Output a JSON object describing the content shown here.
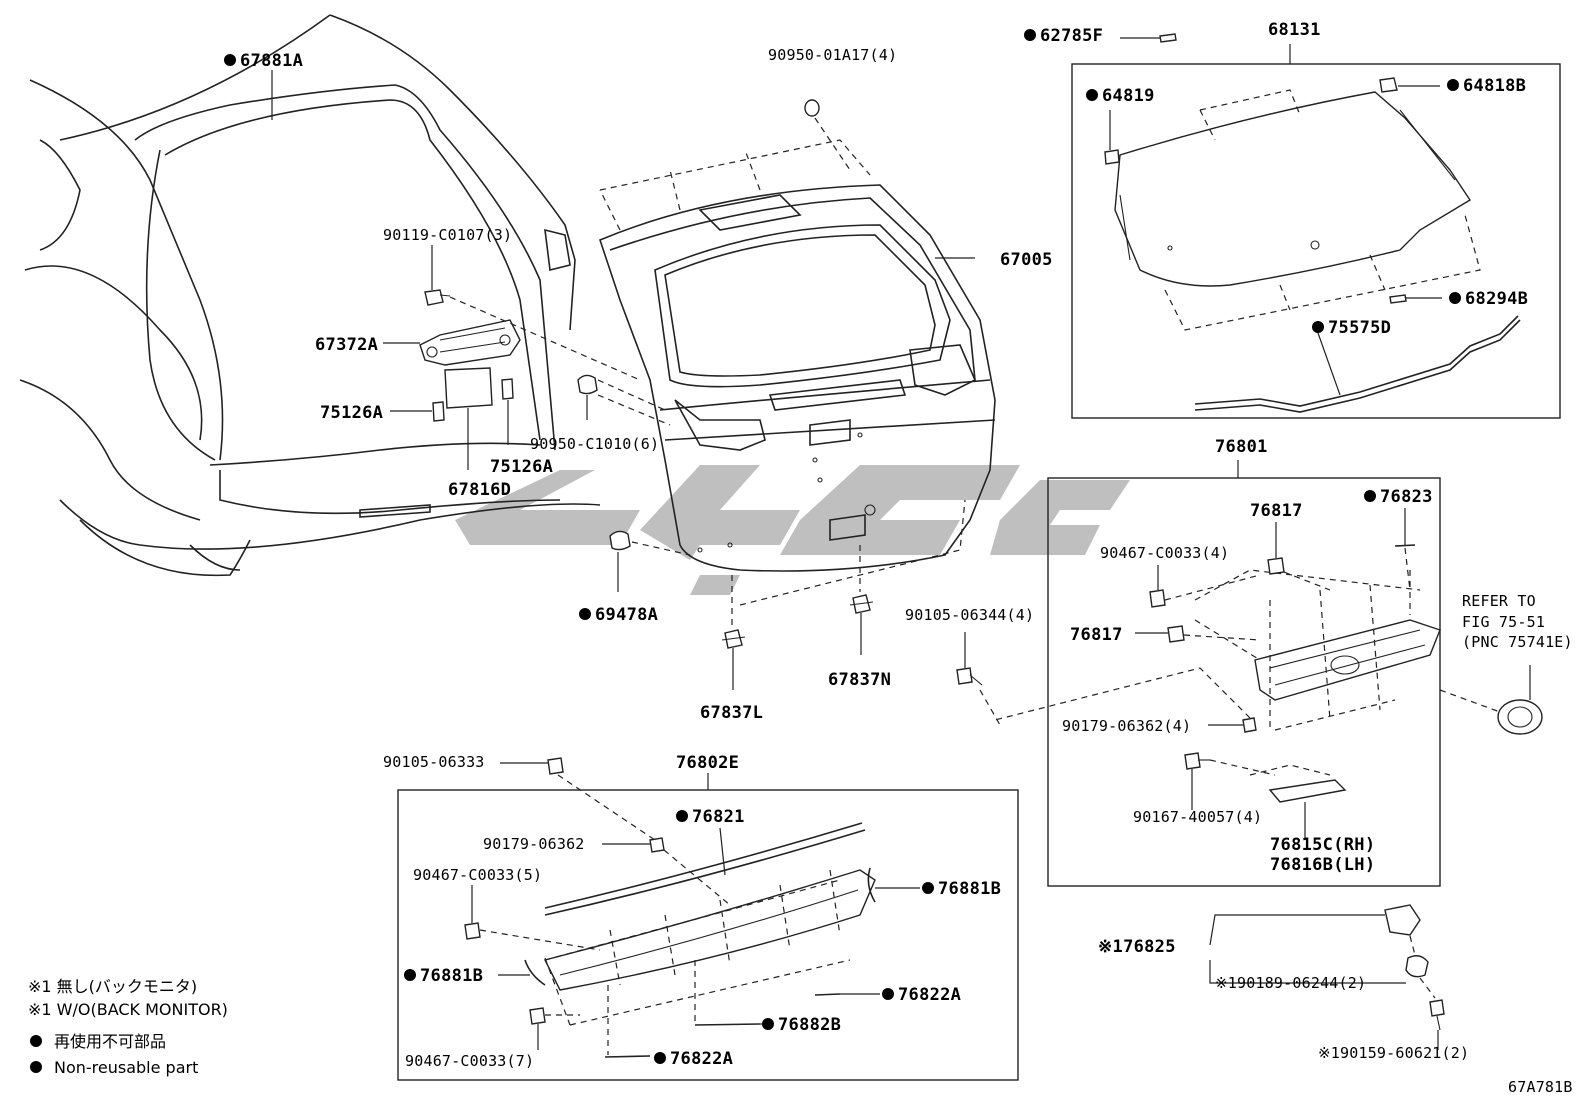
{
  "labels": {
    "p67881A": "67881A",
    "p90950_01A17": "90950-01A17(4)",
    "p62785F": "62785F",
    "p68131": "68131",
    "p64819": "64819",
    "p64818B": "64818B",
    "p67005": "67005",
    "p90119": "90119-C0107(3)",
    "p68294B": "68294B",
    "p75575D": "75575D",
    "p67372A": "67372A",
    "p75126A_1": "75126A",
    "p75126A_2": "75126A",
    "p90950_C1010": "90950-C1010(6)",
    "p67816D": "67816D",
    "p76801": "76801",
    "p76817_1": "76817",
    "p76823": "76823",
    "p90467_4": "90467-C0033(4)",
    "p69478A": "69478A",
    "p90105_4": "90105-06344(4)",
    "p76817_2": "76817",
    "refer1": "REFER TO",
    "refer2": "FIG 75-51",
    "refer3": "(PNC 75741E)",
    "p67837N": "67837N",
    "p67837L": "67837L",
    "p90179_4": "90179-06362(4)",
    "p90105_06333": "90105-06333",
    "p76802E": "76802E",
    "p76821": "76821",
    "p90167": "90167-40057(4)",
    "p76815C": "76815C(RH)",
    "p76816B": "76816B(LH)",
    "p90179_06362": "90179-06362",
    "p90467_5": "90467-C0033(5)",
    "p76881B_r": "76881B",
    "p76881B_l": "76881B",
    "p76822A_r": "76822A",
    "p76825": "※176825",
    "p90189": "※190189-06244(2)",
    "p76882B": "76882B",
    "p90467_7": "90467-C0033(7)",
    "p76822A_b": "76822A",
    "p90159": "※190159-60621(2)",
    "code": "67A781B"
  },
  "legend": {
    "note_jp": "※1 無し(バックモニタ)",
    "note_en": "※1 W/O(BACK MONITOR)",
    "nonreuse_jp": "再使用不可部品",
    "nonreuse_en": "Non-reusable part"
  },
  "colors": {
    "line": "#222222",
    "watermark": "#8a8a8a"
  }
}
